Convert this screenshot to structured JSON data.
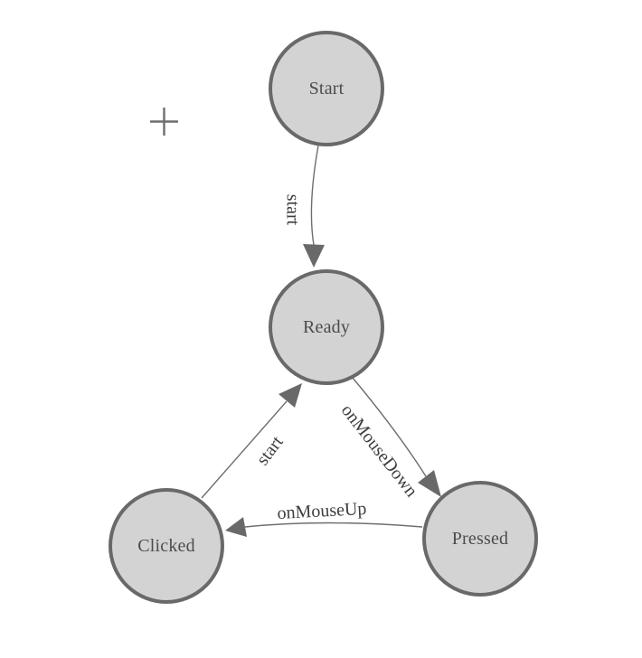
{
  "diagram": {
    "type": "state-machine",
    "background": "#ffffff",
    "colors": {
      "node_fill": "#d3d3d3",
      "node_border": "#696969",
      "edge_line": "#6e6e6e",
      "arrowhead": "#696969",
      "node_text": "#4c4c4c",
      "edge_text": "#3e3e3e"
    },
    "nodes": [
      {
        "id": "start",
        "label": "Start"
      },
      {
        "id": "ready",
        "label": "Ready"
      },
      {
        "id": "clicked",
        "label": "Clicked"
      },
      {
        "id": "pressed",
        "label": "Pressed"
      }
    ],
    "edges": [
      {
        "from": "Start",
        "to": "Ready",
        "label": "start"
      },
      {
        "from": "Ready",
        "to": "Pressed",
        "label": "onMouseDown"
      },
      {
        "from": "Pressed",
        "to": "Clicked",
        "label": "onMouseUp"
      },
      {
        "from": "Clicked",
        "to": "Ready",
        "label": "start"
      }
    ],
    "cursor": {
      "symbol": "+"
    }
  }
}
